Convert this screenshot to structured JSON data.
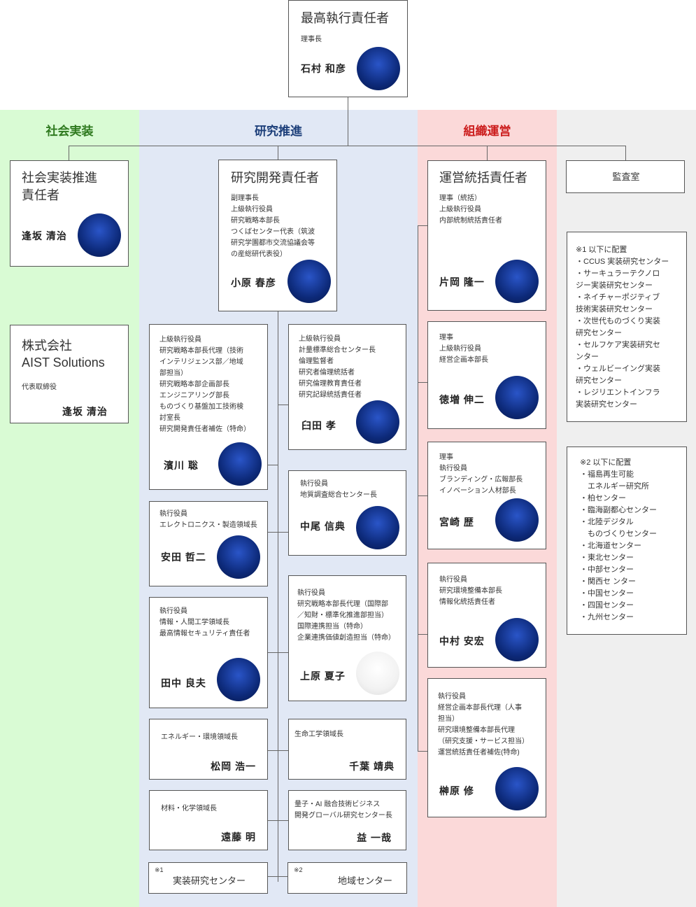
{
  "colors": {
    "social": "#d9fbd4",
    "research": "#e1e8f5",
    "org": "#fbd9d9",
    "other": "#efefef",
    "social_text": "#2f7a1f",
    "research_text": "#1d3f7a",
    "org_text": "#cc1e1e"
  },
  "sections": {
    "social": "社会実装",
    "research": "研究推進",
    "org": "組織運営"
  },
  "ceo": {
    "title": "最高執行責任者",
    "roles": "理事長",
    "name": "石村 和彦"
  },
  "social": {
    "head": {
      "title_l1": "社会実装推進",
      "title_l2": "責任者",
      "name": "逢坂 清治"
    },
    "company": {
      "title_l1": "株式会社",
      "title_l2": "AIST Solutions",
      "roles": "代表取締役",
      "name": "逢坂 清治"
    }
  },
  "research": {
    "head": {
      "title": "研究開発責任者",
      "roles": [
        "副理事長",
        "上級執行役員",
        "研究戦略本部長",
        "つくばセンター代表（筑波",
        "研究学園都市交流協議会等",
        "の産総研代表役）"
      ],
      "name": "小原 春彦"
    },
    "left": [
      {
        "roles": [
          "上級執行役員",
          "研究戦略本部長代理（技術",
          "インテリジェンス部／地域",
          "部担当）",
          "研究戦略本部企画部長",
          "エンジニアリング部長",
          "ものづくり基盤加工技術検",
          "討室長",
          "研究開発責任者補佐（特命）"
        ],
        "name": "濱川 聡"
      },
      {
        "roles": [
          "執行役員",
          "エレクトロニクス・製造領域長"
        ],
        "name": "安田 哲二"
      },
      {
        "roles": [
          "執行役員",
          "情報・人間工学領域長",
          "最高情報セキュリティ責任者"
        ],
        "name": "田中 良夫"
      },
      {
        "roles": [
          "エネルギー・環境領域長"
        ],
        "name": "松岡 浩一"
      },
      {
        "roles": [
          "材料・化学領域長"
        ],
        "name": "遠藤 明"
      }
    ],
    "right": [
      {
        "roles": [
          "上級執行役員",
          "計量標準総合センター長",
          "倫理監督者",
          "研究者倫理統括者",
          "研究倫理教育責任者",
          "研究記録統括責任者"
        ],
        "name": "臼田 孝"
      },
      {
        "roles": [
          "執行役員",
          "地質調査総合センター長"
        ],
        "name": "中尾 信典"
      },
      {
        "roles": [
          "執行役員",
          "研究戦略本部長代理（国際部",
          "／知財・標準化推進部担当）",
          "国際連携担当（特命）",
          "企業連携価値創造担当（特命）"
        ],
        "name": "上原 夏子"
      },
      {
        "roles": [
          "生命工学領域長"
        ],
        "name": "千葉 靖典"
      },
      {
        "roles": [
          "量子・AI 融合技術ビジネス",
          "開発グローバル研究センター長"
        ],
        "name": "益 一哉"
      }
    ],
    "bottom_left": {
      "mark": "※1",
      "label": "実装研究センター"
    },
    "bottom_right": {
      "mark": "※2",
      "label": "地域センター"
    }
  },
  "org": {
    "head": {
      "title": "運営統括責任者",
      "roles": [
        "理事（統括）",
        "上級執行役員",
        "内部統制統括責任者"
      ],
      "name": "片岡 隆一"
    },
    "members": [
      {
        "roles": [
          "理事",
          "上級執行役員",
          "経営企画本部長"
        ],
        "name": "徳増 伸二"
      },
      {
        "roles": [
          "理事",
          "執行役員",
          "ブランディング・広報部長",
          "イノベーション人材部長"
        ],
        "name": "宮崎 歴"
      },
      {
        "roles": [
          "執行役員",
          "研究環境整備本部長",
          "情報化統括責任者"
        ],
        "name": "中村 安宏"
      },
      {
        "roles": [
          "執行役員",
          "経営企画本部長代理（人事",
          "担当）",
          "研究環境整備本部長代理",
          "（研究支援・サービス担当）",
          "運営統括責任者補佐(特命)"
        ],
        "name": "榊原 修"
      }
    ]
  },
  "audit": {
    "label": "監査室"
  },
  "notes": {
    "note1": [
      "※1 以下に配置",
      "・CCUS 実装研究センター",
      "・サーキュラーテクノロ",
      "ジー実装研究センター",
      "・ネイチャーポジティブ",
      "技術実装研究センター",
      "・次世代ものづくり実装",
      "研究センター",
      "・セルフケア実装研究セ",
      "ンター",
      "・ウェルビーイング実装",
      "研究センター",
      "・レジリエントインフラ",
      "実装研究センター"
    ],
    "note2": [
      "※2 以下に配置",
      "・福島再生可能",
      "　エネルギー研究所",
      "・柏センター",
      "・臨海副都心センター",
      "・北陸デジタル",
      "　ものづくりセンター",
      "・北海道センター",
      "・東北センター",
      "・中部センター",
      "・関西セ ンター",
      "・中国センター",
      "・四国センター",
      "・九州センター"
    ]
  }
}
